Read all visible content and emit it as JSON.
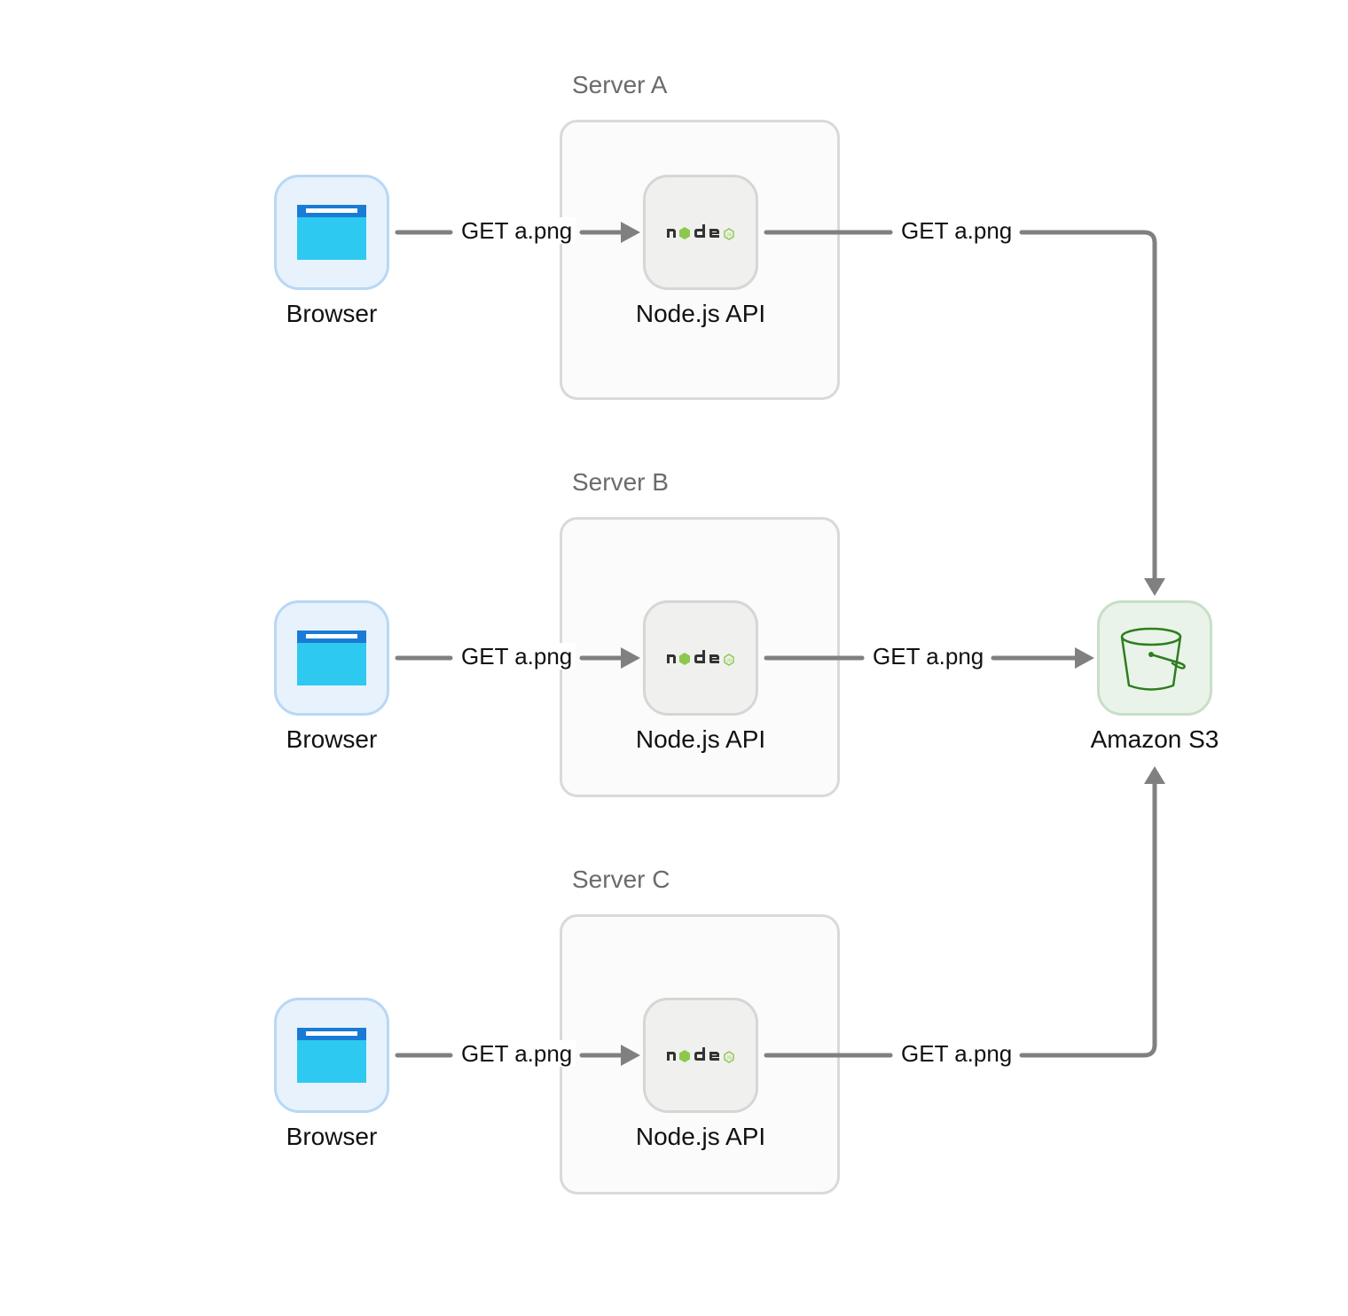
{
  "groups": [
    {
      "title": "Server A"
    },
    {
      "title": "Server B"
    },
    {
      "title": "Server C"
    }
  ],
  "nodes": {
    "browser_label": "Browser",
    "api_label": "Node.js API",
    "s3_label": "Amazon S3"
  },
  "edges": {
    "request_label": "GET a.png"
  },
  "icons": {
    "browser": "browser-window-icon",
    "api": "nodejs-logo-icon",
    "storage": "s3-bucket-icon"
  },
  "colors": {
    "edge": "#808080",
    "browser_accent": "#2ec9f0",
    "browser_bar": "#1a7bd6",
    "node_green": "#8cc84b",
    "node_dark": "#333333",
    "s3_green": "#2e7d1e"
  }
}
